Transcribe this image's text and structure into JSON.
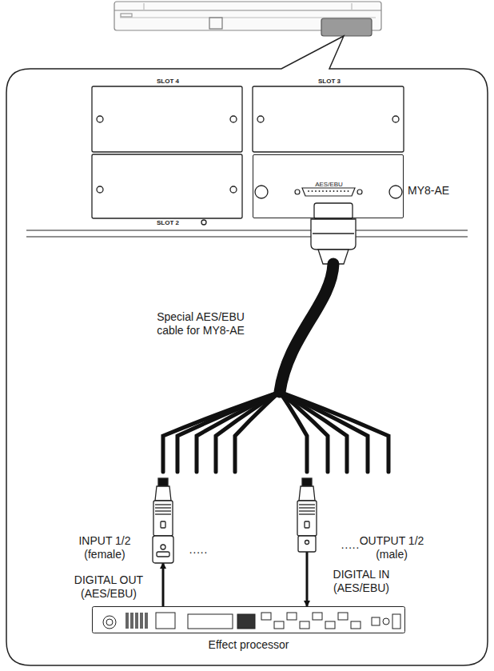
{
  "diagram": {
    "nodes": [
      {
        "text": [
          "AES/EBU",
          "MY8-AE"
        ]
      },
      {
        "text": [
          "INPUT 1/2 (female)"
        ]
      },
      {
        "text": [
          "OUTPUT 1/2 (male)"
        ]
      },
      {
        "text": [
          "Effect processor"
        ]
      }
    ],
    "edges": [
      {
        "from": 3,
        "to": 1,
        "arrow": "to",
        "label": "DIGITAL OUT (AES/EBU)"
      },
      {
        "from": 2,
        "to": 3,
        "arrow": "to",
        "label": "DIGITAL IN (AES/EBU)"
      }
    ],
    "labels": [
      "SLOT 4",
      "SLOT 3",
      "SLOT 2",
      "Special AES/EBU cable for MY8-AE",
      "·····",
      "·····"
    ]
  }
}
